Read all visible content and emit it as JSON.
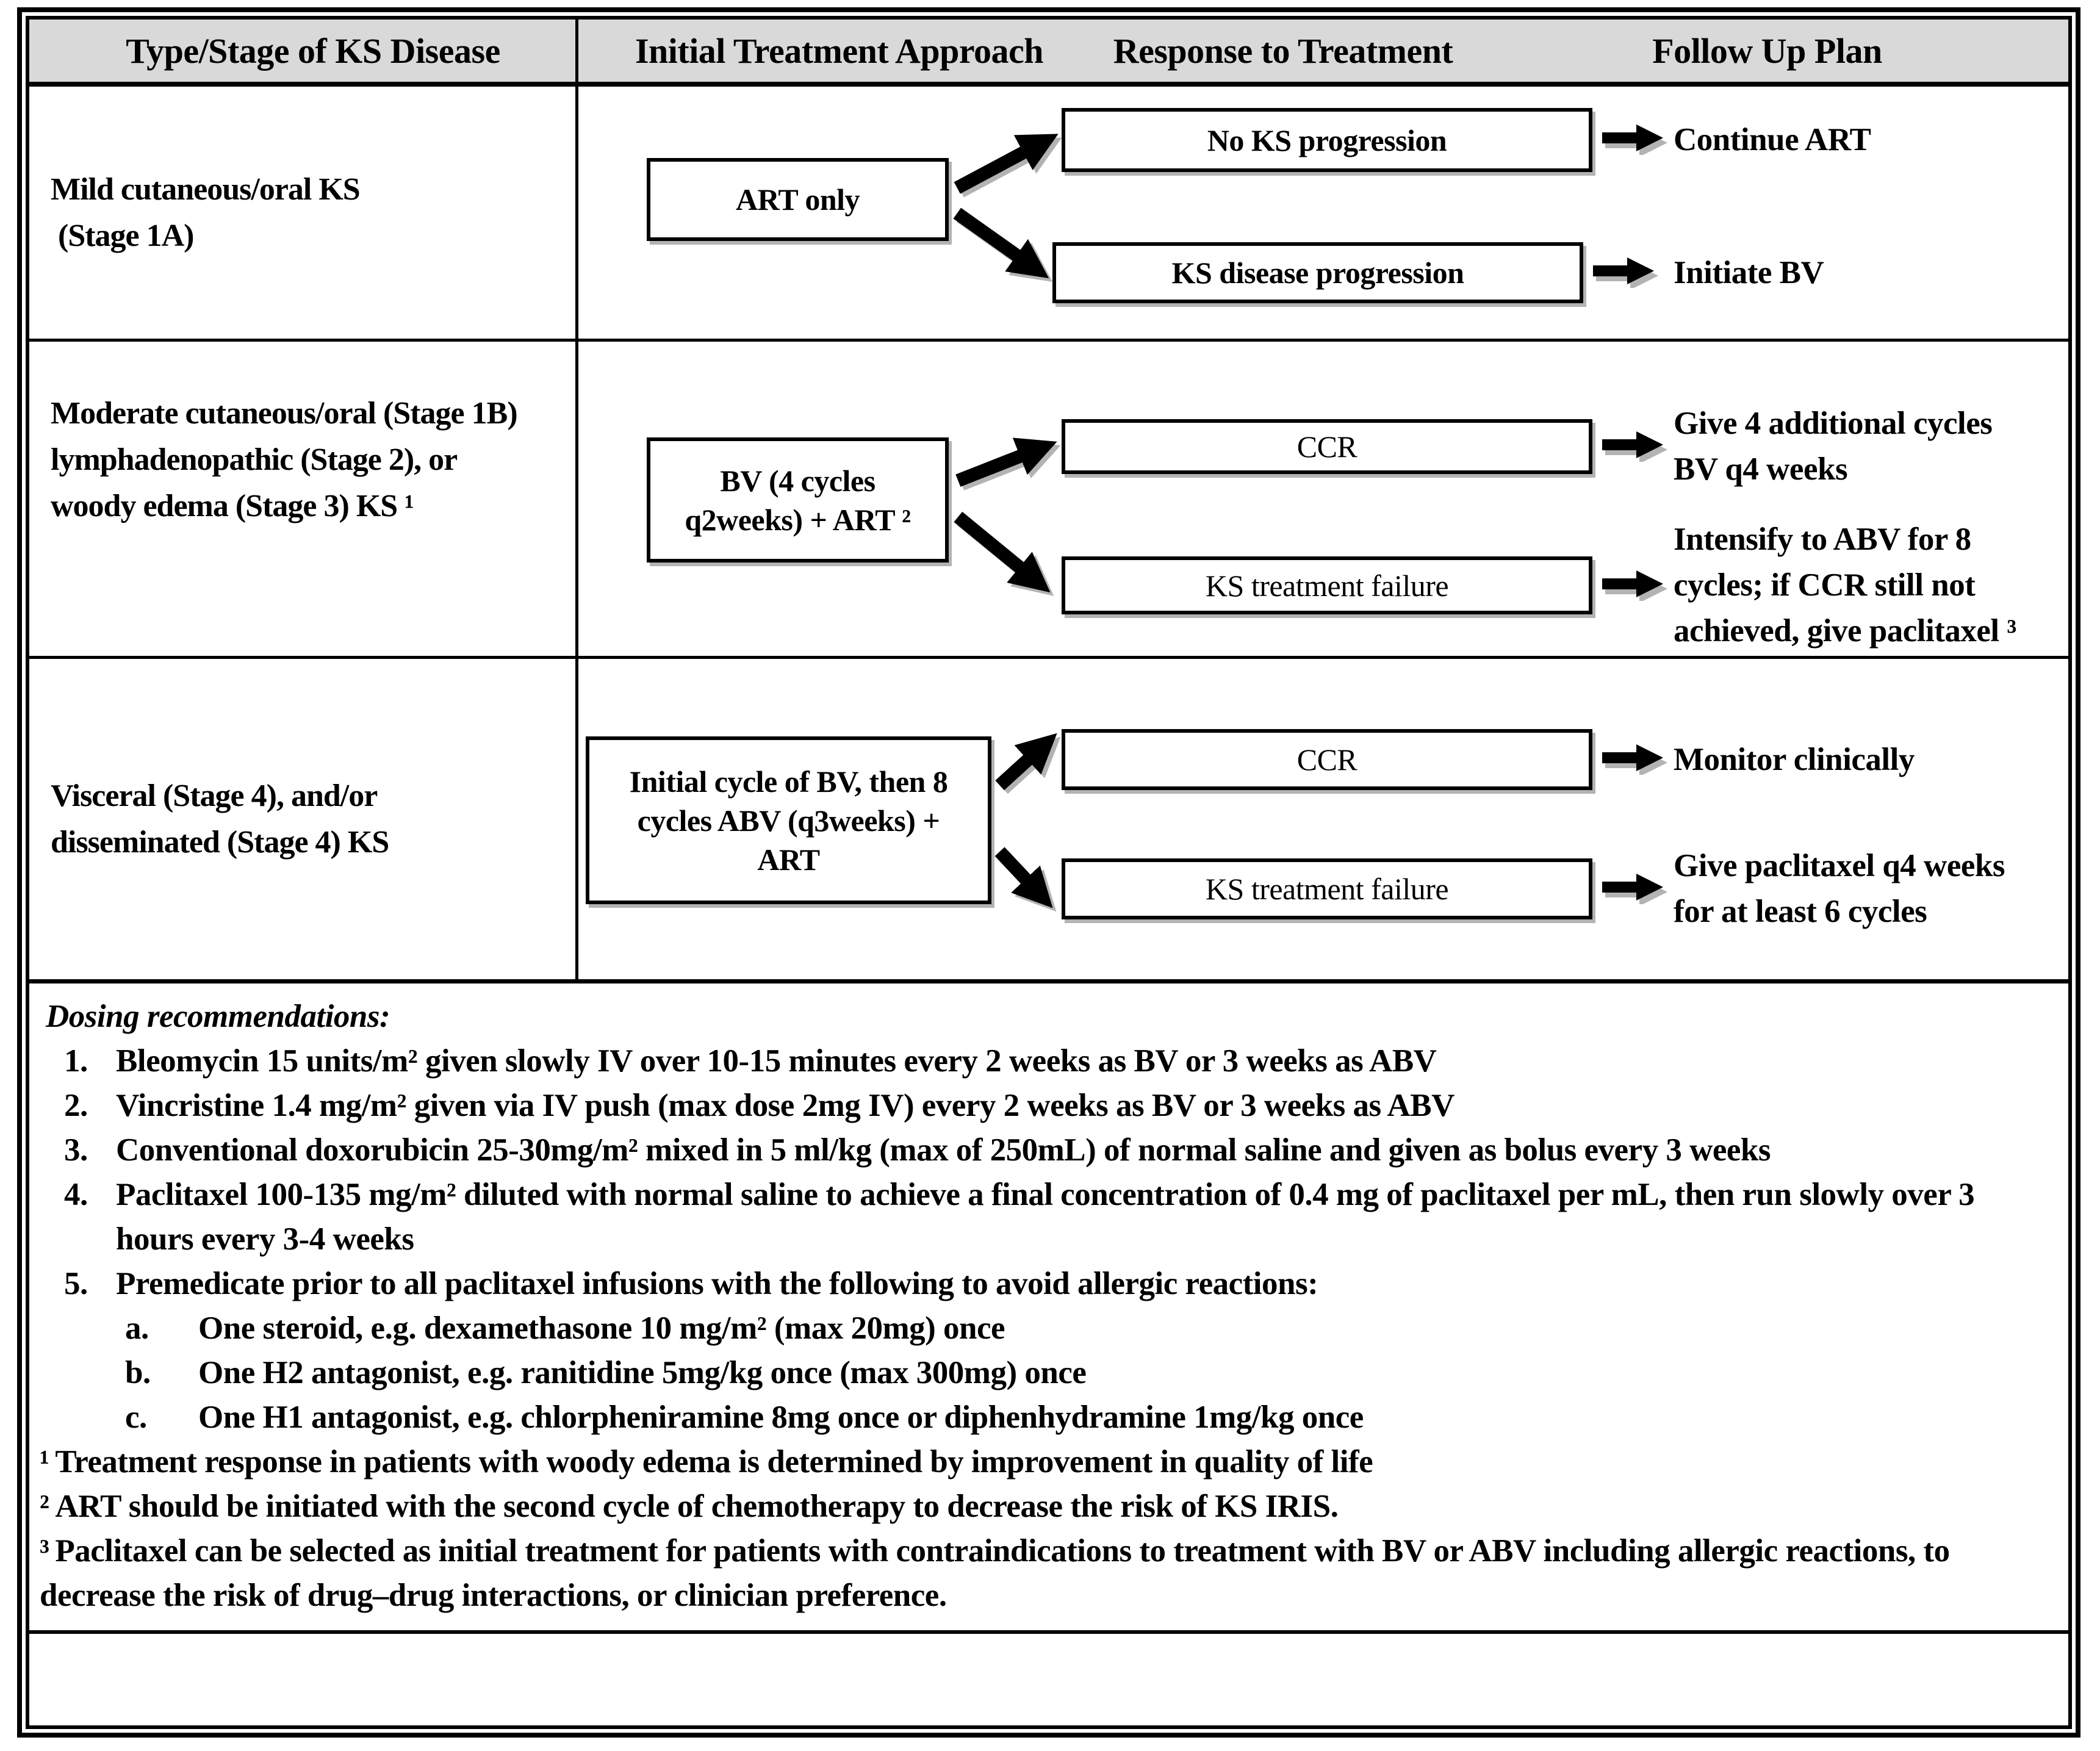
{
  "header": {
    "columns": [
      "Type/Stage of KS Disease",
      "Initial Treatment Approach",
      "Response to Treatment",
      "Follow Up Plan"
    ]
  },
  "rows": [
    {
      "stage": "Mild cutaneous/oral KS\n (Stage 1A)",
      "initial": "ART only",
      "responses": [
        {
          "label": "No KS progression",
          "followup": "Continue ART"
        },
        {
          "label": "KS disease progression",
          "followup": "Initiate BV"
        }
      ]
    },
    {
      "stage": "Moderate cutaneous/oral (Stage 1B)\nlymphadenopathic (Stage 2), or\nwoody edema (Stage 3) KS ¹",
      "initial": "BV (4 cycles\nq2weeks) + ART ²",
      "responses": [
        {
          "label": "CCR",
          "followup": "Give 4 additional cycles\nBV q4 weeks"
        },
        {
          "label": "KS treatment failure",
          "followup": "Intensify to ABV for 8\ncycles; if CCR still not\nachieved, give paclitaxel ³"
        }
      ]
    },
    {
      "stage": "Visceral (Stage 4), and/or\ndisseminated (Stage 4) KS",
      "initial": "Initial cycle of BV, then 8\ncycles ABV (q3weeks) +\nART",
      "responses": [
        {
          "label": "CCR",
          "followup": "Monitor clinically"
        },
        {
          "label": "KS treatment failure",
          "followup": "Give paclitaxel q4 weeks\nfor at least 6 cycles"
        }
      ]
    }
  ],
  "dosing": {
    "title": "Dosing recommendations:",
    "items": [
      {
        "num": "1.",
        "text": "Bleomycin 15 units/m² given slowly IV over 10-15 minutes every 2 weeks as BV or 3 weeks as ABV"
      },
      {
        "num": "2.",
        "text": "Vincristine 1.4 mg/m² given via IV push (max dose 2mg IV) every 2 weeks as BV or 3 weeks as ABV"
      },
      {
        "num": "3.",
        "text": "Conventional doxorubicin 25-30mg/m² mixed in 5 ml/kg (max of 250mL) of normal saline and given as bolus every 3 weeks"
      },
      {
        "num": "4.",
        "text": "Paclitaxel 100-135 mg/m² diluted with normal saline to achieve a final concentration of 0.4 mg of paclitaxel per mL, then run slowly over 3 hours every 3-4 weeks"
      },
      {
        "num": "5.",
        "text": "Premedicate prior to all paclitaxel infusions with the following to avoid allergic reactions:"
      }
    ],
    "subitems": [
      {
        "num": "a.",
        "text": "One steroid, e.g. dexamethasone 10 mg/m² (max 20mg) once"
      },
      {
        "num": "b.",
        "text": "One H2 antagonist, e.g. ranitidine 5mg/kg once (max 300mg) once"
      },
      {
        "num": "c.",
        "text": "One H1 antagonist, e.g. chlorpheniramine 8mg once or diphenhydramine 1mg/kg once"
      }
    ],
    "footnotes": [
      {
        "mark": "¹",
        "text": "Treatment response in patients with woody edema is determined by improvement in quality of life"
      },
      {
        "mark": "²",
        "text": "ART should be initiated with the second cycle of chemotherapy to decrease the risk of KS IRIS."
      },
      {
        "mark": "³",
        "text": "Paclitaxel can be selected as initial treatment for patients with contraindications to treatment with BV or ABV including allergic reactions, to decrease the risk of drug–drug interactions, or clinician preference."
      }
    ]
  },
  "colors": {
    "header_bg": "#d9d9d9",
    "border": "#000000",
    "box_shadow": "#b3b3b3",
    "arrow": "#000000",
    "arrow_shadow": "#b3b3b3"
  }
}
